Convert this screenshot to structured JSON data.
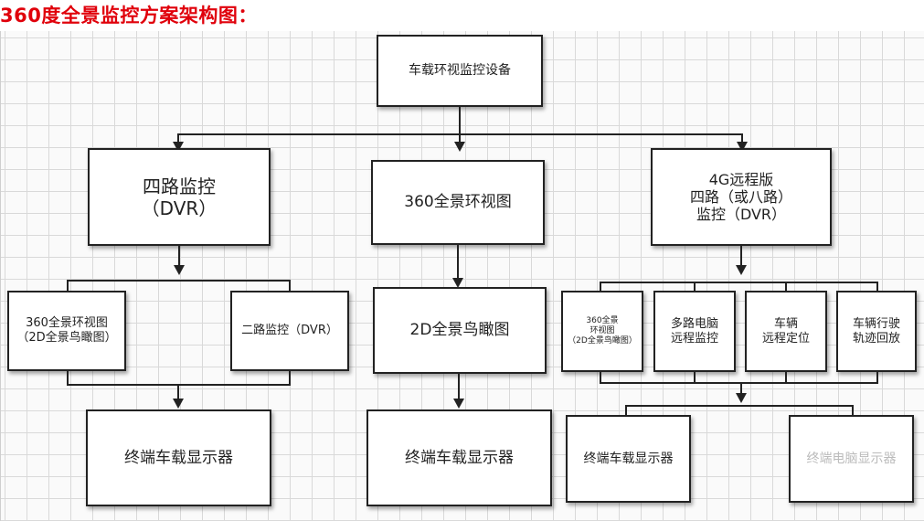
{
  "title": "360度全景监控方案架构图：",
  "root": "车载环视监控设备",
  "branches": {
    "left": "四路监控\n（DVR）",
    "middle": "360全景环视图",
    "right": "4G远程版\n四路（或八路）\n监控（DVR）"
  },
  "sub": {
    "left_a": "360全景环视图\n（2D全景鸟瞰图）",
    "left_b": "二路监控（DVR）",
    "middle": "2D全景鸟瞰图",
    "right_a": "360全景\n环视图\n（2D全景鸟瞰图）",
    "right_b": "多路电脑\n远程监控",
    "right_c": "车辆\n远程定位",
    "right_d": "车辆行驶\n轨迹回放"
  },
  "outputs": {
    "left": "终端车载显示器",
    "middle": "终端车载显示器",
    "right_a": "终端车载显示器",
    "right_b": "终端电脑显示器"
  }
}
